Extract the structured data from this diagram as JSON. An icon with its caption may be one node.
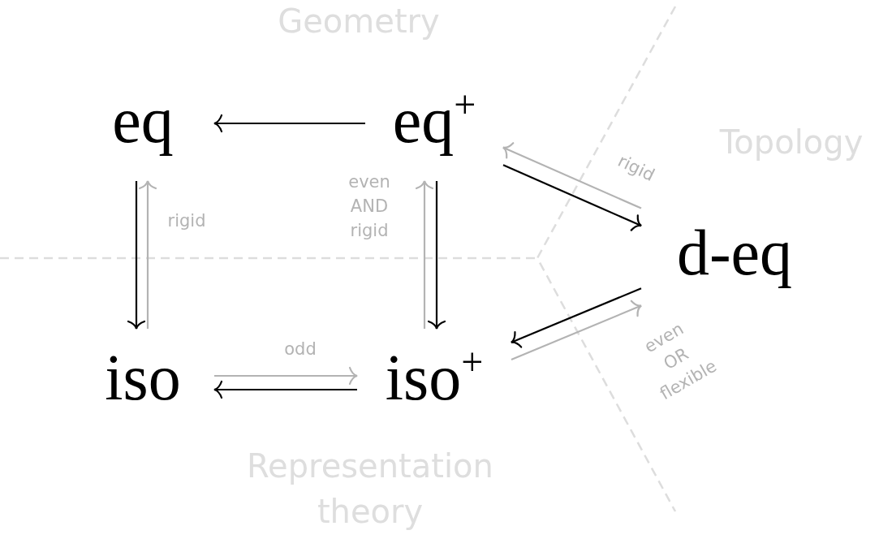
{
  "diagram": {
    "nodes": [
      {
        "text": [
          "eq"
        ]
      },
      {
        "text": [
          "eq$^{+}$"
        ]
      },
      {
        "text": [
          "d-eq"
        ]
      },
      {
        "text": [
          "iso"
        ]
      },
      {
        "text": [
          "iso$^{+}$"
        ]
      }
    ],
    "edges": [
      {
        "from": 1,
        "to": 0,
        "arrow": "to"
      },
      {
        "from": 0,
        "to": 3,
        "arrow": "to"
      },
      {
        "from": 3,
        "to": 0,
        "arrow": "to",
        "label": "rigid",
        "color": "#b3b3b3"
      },
      {
        "from": 1,
        "to": 4,
        "arrow": "to"
      },
      {
        "from": 4,
        "to": 1,
        "arrow": "to",
        "label": "even AND rigid",
        "color": "#b3b3b3"
      },
      {
        "from": 1,
        "to": 2,
        "arrow": "to"
      },
      {
        "from": 2,
        "to": 1,
        "arrow": "to",
        "label": "rigid",
        "color": "#b3b3b3"
      },
      {
        "from": 2,
        "to": 4,
        "arrow": "to"
      },
      {
        "from": 4,
        "to": 2,
        "arrow": "to",
        "label": "even OR flexible",
        "color": "#b3b3b3"
      },
      {
        "from": 4,
        "to": 3,
        "arrow": "to"
      },
      {
        "from": 3,
        "to": 4,
        "arrow": "to",
        "label": "odd",
        "color": "#b3b3b3"
      }
    ],
    "labels": [
      "Geometry",
      "Topology",
      "Representation theory"
    ]
  }
}
